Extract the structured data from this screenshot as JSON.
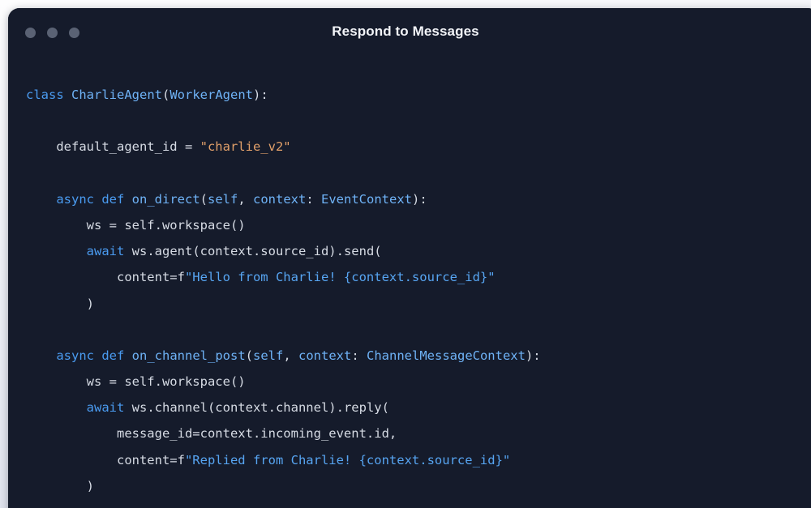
{
  "window": {
    "title": "Respond to Messages",
    "traffic_lights": [
      "close-dot",
      "minimize-dot",
      "maximize-dot"
    ],
    "background_color": "#151b2b",
    "page_background_color": "#e7eaf2"
  },
  "theme": {
    "keyword_color": "#4a9bf0",
    "identifier_color": "#6fb3f7",
    "string_color": "#e2a06a",
    "fstring_color": "#57a5f2",
    "text_color": "#d6dbe4",
    "dot_color": "#5a6274"
  },
  "code": {
    "language": "python",
    "lines": [
      {
        "id": "line-1",
        "text": "class CharlieAgent(WorkerAgent):"
      },
      {
        "id": "line-2",
        "text": ""
      },
      {
        "id": "line-3",
        "text": "    default_agent_id = \"charlie_v2\""
      },
      {
        "id": "line-4",
        "text": ""
      },
      {
        "id": "line-5",
        "text": "    async def on_direct(self, context: EventContext):"
      },
      {
        "id": "line-6",
        "text": "        ws = self.workspace()"
      },
      {
        "id": "line-7",
        "text": "        await ws.agent(context.source_id).send("
      },
      {
        "id": "line-8",
        "text": "            content=f\"Hello from Charlie! {context.source_id}\""
      },
      {
        "id": "line-9",
        "text": "        )"
      },
      {
        "id": "line-10",
        "text": ""
      },
      {
        "id": "line-11",
        "text": "    async def on_channel_post(self, context: ChannelMessageContext):"
      },
      {
        "id": "line-12",
        "text": "        ws = self.workspace()"
      },
      {
        "id": "line-13",
        "text": "        await ws.channel(context.channel).reply("
      },
      {
        "id": "line-14",
        "text": "            message_id=context.incoming_event.id,"
      },
      {
        "id": "line-15",
        "text": "            content=f\"Replied from Charlie! {context.source_id}\""
      },
      {
        "id": "line-16",
        "text": "        )"
      }
    ],
    "tokens": {
      "line-1": [
        [
          "class",
          "kw"
        ],
        [
          " ",
          "plain"
        ],
        [
          "CharlieAgent",
          "name"
        ],
        [
          "(",
          "plain"
        ],
        [
          "WorkerAgent",
          "name"
        ],
        [
          "):",
          "plain"
        ]
      ],
      "line-3": [
        [
          "    default_agent_id = ",
          "plain"
        ],
        [
          "\"charlie_v2\"",
          "str"
        ]
      ],
      "line-5": [
        [
          "    ",
          "plain"
        ],
        [
          "async def",
          "kw"
        ],
        [
          " ",
          "plain"
        ],
        [
          "on_direct",
          "name"
        ],
        [
          "(",
          "plain"
        ],
        [
          "self",
          "name"
        ],
        [
          ", ",
          "plain"
        ],
        [
          "context",
          "name"
        ],
        [
          ": ",
          "plain"
        ],
        [
          "EventContext",
          "name"
        ],
        [
          "):",
          "plain"
        ]
      ],
      "line-6": [
        [
          "        ws = self.workspace()",
          "plain"
        ]
      ],
      "line-7": [
        [
          "        ",
          "plain"
        ],
        [
          "await",
          "kw"
        ],
        [
          " ws.agent(context.source_id).send(",
          "plain"
        ]
      ],
      "line-8": [
        [
          "            content=f",
          "plain"
        ],
        [
          "\"Hello from Charlie! {context.source_id}\"",
          "fstr"
        ]
      ],
      "line-9": [
        [
          "        )",
          "plain"
        ]
      ],
      "line-11": [
        [
          "    ",
          "plain"
        ],
        [
          "async def",
          "kw"
        ],
        [
          " ",
          "plain"
        ],
        [
          "on_channel_post",
          "name"
        ],
        [
          "(",
          "plain"
        ],
        [
          "self",
          "name"
        ],
        [
          ", ",
          "plain"
        ],
        [
          "context",
          "name"
        ],
        [
          ": ",
          "plain"
        ],
        [
          "ChannelMessageContext",
          "name"
        ],
        [
          "):",
          "plain"
        ]
      ],
      "line-12": [
        [
          "        ws = self.workspace()",
          "plain"
        ]
      ],
      "line-13": [
        [
          "        ",
          "plain"
        ],
        [
          "await",
          "kw"
        ],
        [
          " ws.channel(context.channel).reply(",
          "plain"
        ]
      ],
      "line-14": [
        [
          "            message_id=context.incoming_event.id,",
          "plain"
        ]
      ],
      "line-15": [
        [
          "            content=f",
          "plain"
        ],
        [
          "\"Replied from Charlie! {context.source_id}\"",
          "fstr"
        ]
      ],
      "line-16": [
        [
          "        )",
          "plain"
        ]
      ]
    }
  }
}
